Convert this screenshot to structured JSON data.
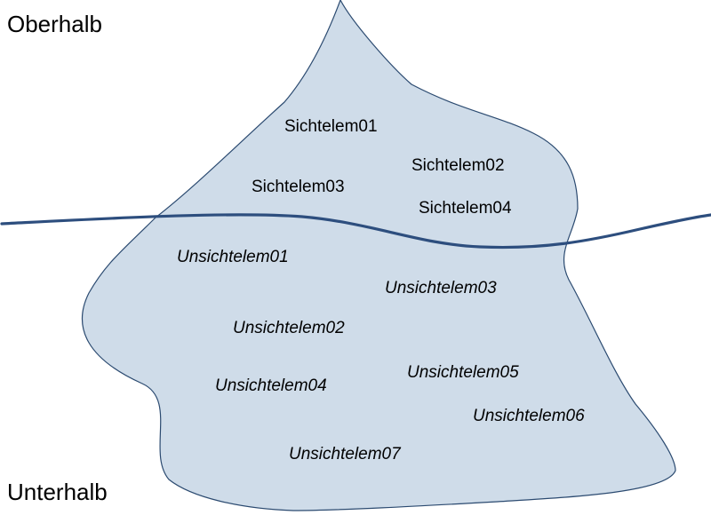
{
  "regions": {
    "above": "Oberhalb",
    "below": "Unterhalb"
  },
  "visible_elements": [
    "Sichtelem01",
    "Sichtelem02",
    "Sichtelem03",
    "Sichtelem04"
  ],
  "hidden_elements": [
    "Unsichtelem01",
    "Unsichtelem03",
    "Unsichtelem02",
    "Unsichtelem05",
    "Unsichtelem04",
    "Unsichtelem06",
    "Unsichtelem07"
  ],
  "colors": {
    "iceberg_fill": "#cfdce9",
    "iceberg_stroke": "#2b4a70",
    "waterline": "#2d4e7e",
    "text": "#000000"
  }
}
